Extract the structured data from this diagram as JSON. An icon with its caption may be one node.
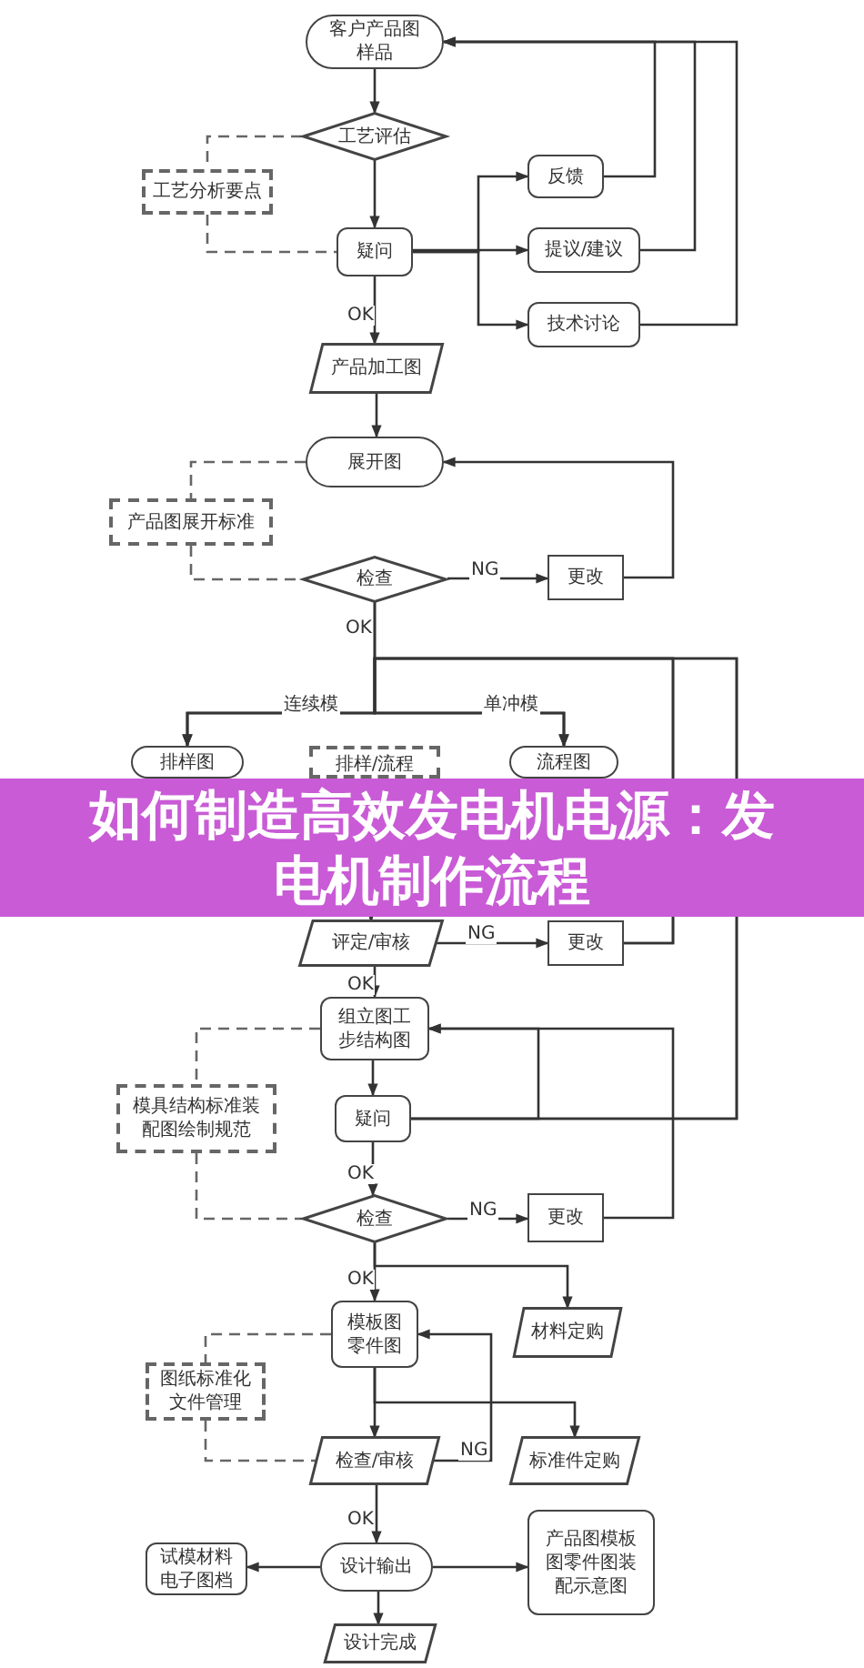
{
  "diagram": {
    "title": "如何制造高效发电机电源：发电机制作流程",
    "nodes": [
      {
        "text": [
          "客户产品图样品"
        ]
      },
      {
        "text": [
          "工艺评估"
        ]
      },
      {
        "text": [
          "工艺分析要点"
        ]
      },
      {
        "text": [
          "疑问"
        ]
      },
      {
        "text": [
          "反馈"
        ]
      },
      {
        "text": [
          "提议/建议"
        ]
      },
      {
        "text": [
          "技术讨论"
        ]
      },
      {
        "text": [
          "产品加工图"
        ]
      },
      {
        "text": [
          "展开图"
        ]
      },
      {
        "text": [
          "产品图展开标准"
        ]
      },
      {
        "text": [
          "检查"
        ]
      },
      {
        "text": [
          "更改"
        ]
      },
      {
        "text": [
          "排样图"
        ]
      },
      {
        "text": [
          "排样/流程"
        ]
      },
      {
        "text": [
          "流程图"
        ]
      },
      {
        "text": [
          "评定/审核"
        ]
      },
      {
        "text": [
          "更改"
        ]
      },
      {
        "text": [
          "组立图工步结构图"
        ]
      },
      {
        "text": [
          "模具结构标准装配图绘制规范"
        ]
      },
      {
        "text": [
          "疑问"
        ]
      },
      {
        "text": [
          "检查"
        ]
      },
      {
        "text": [
          "更改"
        ]
      },
      {
        "text": [
          "模板图零件图"
        ]
      },
      {
        "text": [
          "材料定购"
        ]
      },
      {
        "text": [
          "图纸标准化文件管理"
        ]
      },
      {
        "text": [
          "检查/审核"
        ]
      },
      {
        "text": [
          "标准件定购"
        ]
      },
      {
        "text": [
          "试模材料电子图档"
        ]
      },
      {
        "text": [
          "设计输出"
        ]
      },
      {
        "text": [
          "产品图模板图零件图装配示意图"
        ]
      },
      {
        "text": [
          "设计完成"
        ]
      }
    ],
    "edges": [
      {
        "from": 0,
        "to": 1,
        "arrow": "to"
      },
      {
        "from": 1,
        "to": 3,
        "arrow": "to"
      },
      {
        "from": 1,
        "to": 2,
        "arrow": "none",
        "style": "dashed",
        "color": "#666666"
      },
      {
        "from": 2,
        "to": 3,
        "arrow": "none",
        "style": "dashed",
        "color": "#666666"
      },
      {
        "from": 3,
        "to": 4,
        "arrow": "to"
      },
      {
        "from": 3,
        "to": 5,
        "arrow": "to"
      },
      {
        "from": 3,
        "to": 6,
        "arrow": "to"
      },
      {
        "from": 4,
        "to": 0,
        "arrow": "to"
      },
      {
        "from": 5,
        "to": 0,
        "arrow": "to"
      },
      {
        "from": 6,
        "to": 0,
        "arrow": "to"
      },
      {
        "from": 3,
        "to": 7,
        "arrow": "to",
        "label": "OK"
      },
      {
        "from": 7,
        "to": 8,
        "arrow": "to"
      },
      {
        "from": 8,
        "to": 9,
        "arrow": "none",
        "style": "dashed",
        "color": "#666666"
      },
      {
        "from": 9,
        "to": 10,
        "arrow": "none",
        "style": "dashed",
        "color": "#666666"
      },
      {
        "from": 10,
        "to": 11,
        "arrow": "to",
        "label": "NG"
      },
      {
        "from": 11,
        "to": 8,
        "arrow": "to"
      },
      {
        "from": 10,
        "to": 12,
        "arrow": "to",
        "label": "连续模"
      },
      {
        "from": 10,
        "to": 14,
        "arrow": "to",
        "label": "单冲模"
      },
      {
        "from": 12,
        "to": 15,
        "arrow": "to"
      },
      {
        "from": 14,
        "to": 15,
        "arrow": "to"
      },
      {
        "from": 15,
        "to": 16,
        "arrow": "to",
        "label": "NG"
      },
      {
        "from": 16,
        "to": 12,
        "arrow": "to"
      },
      {
        "from": 16,
        "to": 14,
        "arrow": "to"
      },
      {
        "from": 15,
        "to": 17,
        "arrow": "to",
        "label": "OK"
      },
      {
        "from": 17,
        "to": 18,
        "arrow": "none",
        "style": "dashed",
        "color": "#666666"
      },
      {
        "from": 18,
        "to": 20,
        "arrow": "none",
        "style": "dashed",
        "color": "#666666"
      },
      {
        "from": 17,
        "to": 19,
        "arrow": "to"
      },
      {
        "from": 19,
        "to": 17,
        "arrow": "to"
      },
      {
        "from": 19,
        "to": 12,
        "arrow": "to"
      },
      {
        "from": 19,
        "to": 14,
        "arrow": "to"
      },
      {
        "from": 19,
        "to": 20,
        "arrow": "to",
        "label": "OK"
      },
      {
        "from": 20,
        "to": 21,
        "arrow": "to",
        "label": "NG"
      },
      {
        "from": 21,
        "to": 17,
        "arrow": "to"
      },
      {
        "from": 20,
        "to": 22,
        "arrow": "to",
        "label": "OK"
      },
      {
        "from": 20,
        "to": 23,
        "arrow": "to"
      },
      {
        "from": 22,
        "to": 25,
        "arrow": "to"
      },
      {
        "from": 22,
        "to": 26,
        "arrow": "to"
      },
      {
        "from": 25,
        "to": 22,
        "arrow": "to",
        "label": "NG"
      },
      {
        "from": 22,
        "to": 24,
        "arrow": "none",
        "style": "dashed",
        "color": "#666666"
      },
      {
        "from": 24,
        "to": 25,
        "arrow": "none",
        "style": "dashed",
        "color": "#666666"
      },
      {
        "from": 25,
        "to": 28,
        "arrow": "to",
        "label": "OK"
      },
      {
        "from": 28,
        "to": 27,
        "arrow": "to"
      },
      {
        "from": 28,
        "to": 29,
        "arrow": "to"
      },
      {
        "from": 28,
        "to": 30,
        "arrow": "to"
      }
    ],
    "labels": [
      "OK"
    ]
  }
}
